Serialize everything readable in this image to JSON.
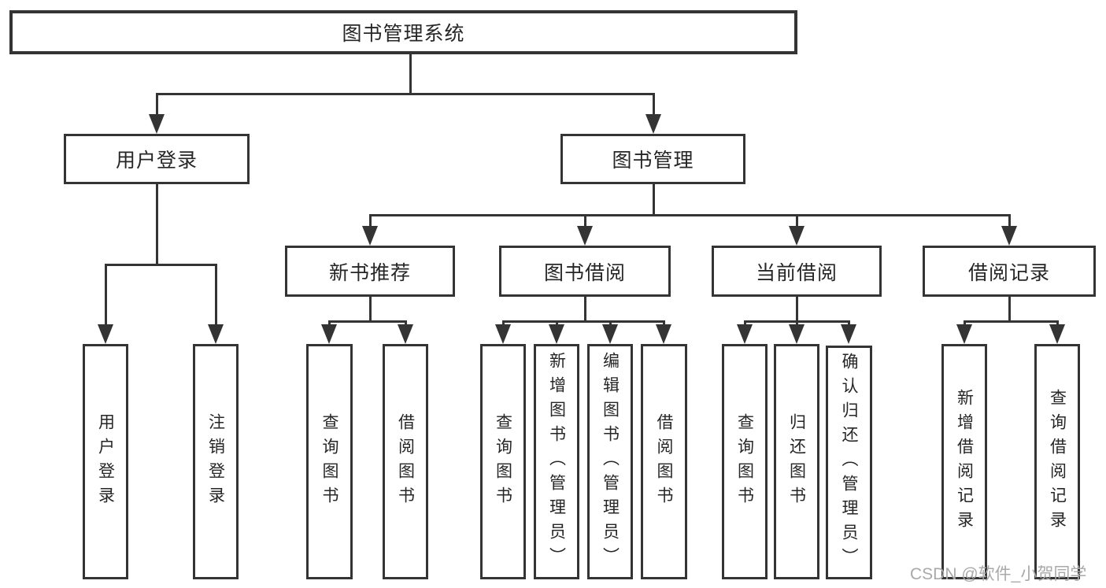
{
  "diagram": {
    "title": "图书管理系统",
    "watermark": "CSDN @软件_小贺同学",
    "colors": {
      "line": "#343434",
      "text": "#262626",
      "box_background": "#ffffff",
      "watermark_text": "#a9a9a9"
    },
    "nodes": {
      "root": {
        "label": "图书管理系统"
      },
      "user_login": {
        "label": "用户登录"
      },
      "book_mgmt": {
        "label": "图书管理"
      },
      "new_book_rec": {
        "label": "新书推荐"
      },
      "book_borrow": {
        "label": "图书借阅"
      },
      "current_borrow": {
        "label": "当前借阅"
      },
      "borrow_record": {
        "label": "借阅记录"
      },
      "leaf_user_login": {
        "label": "用户登录"
      },
      "leaf_logout": {
        "label": "注销登录"
      },
      "leaf_nbr_query_book": {
        "label": "查询图书"
      },
      "leaf_nbr_borrow_book": {
        "label": "借阅图书"
      },
      "leaf_bb_query_book": {
        "label": "查询图书"
      },
      "leaf_bb_add_book": {
        "label": "新增图书（管理员）"
      },
      "leaf_bb_edit_book": {
        "label": "编辑图书（管理员）"
      },
      "leaf_bb_borrow_book": {
        "label": "借阅图书"
      },
      "leaf_cb_query_book": {
        "label": "查询图书"
      },
      "leaf_cb_return_book": {
        "label": "归还图书"
      },
      "leaf_cb_confirm_return": {
        "label": "确认归还（管理员）"
      },
      "leaf_br_add_record": {
        "label": "新增借阅记录"
      },
      "leaf_br_query_record": {
        "label": "查询借阅记录"
      }
    }
  }
}
